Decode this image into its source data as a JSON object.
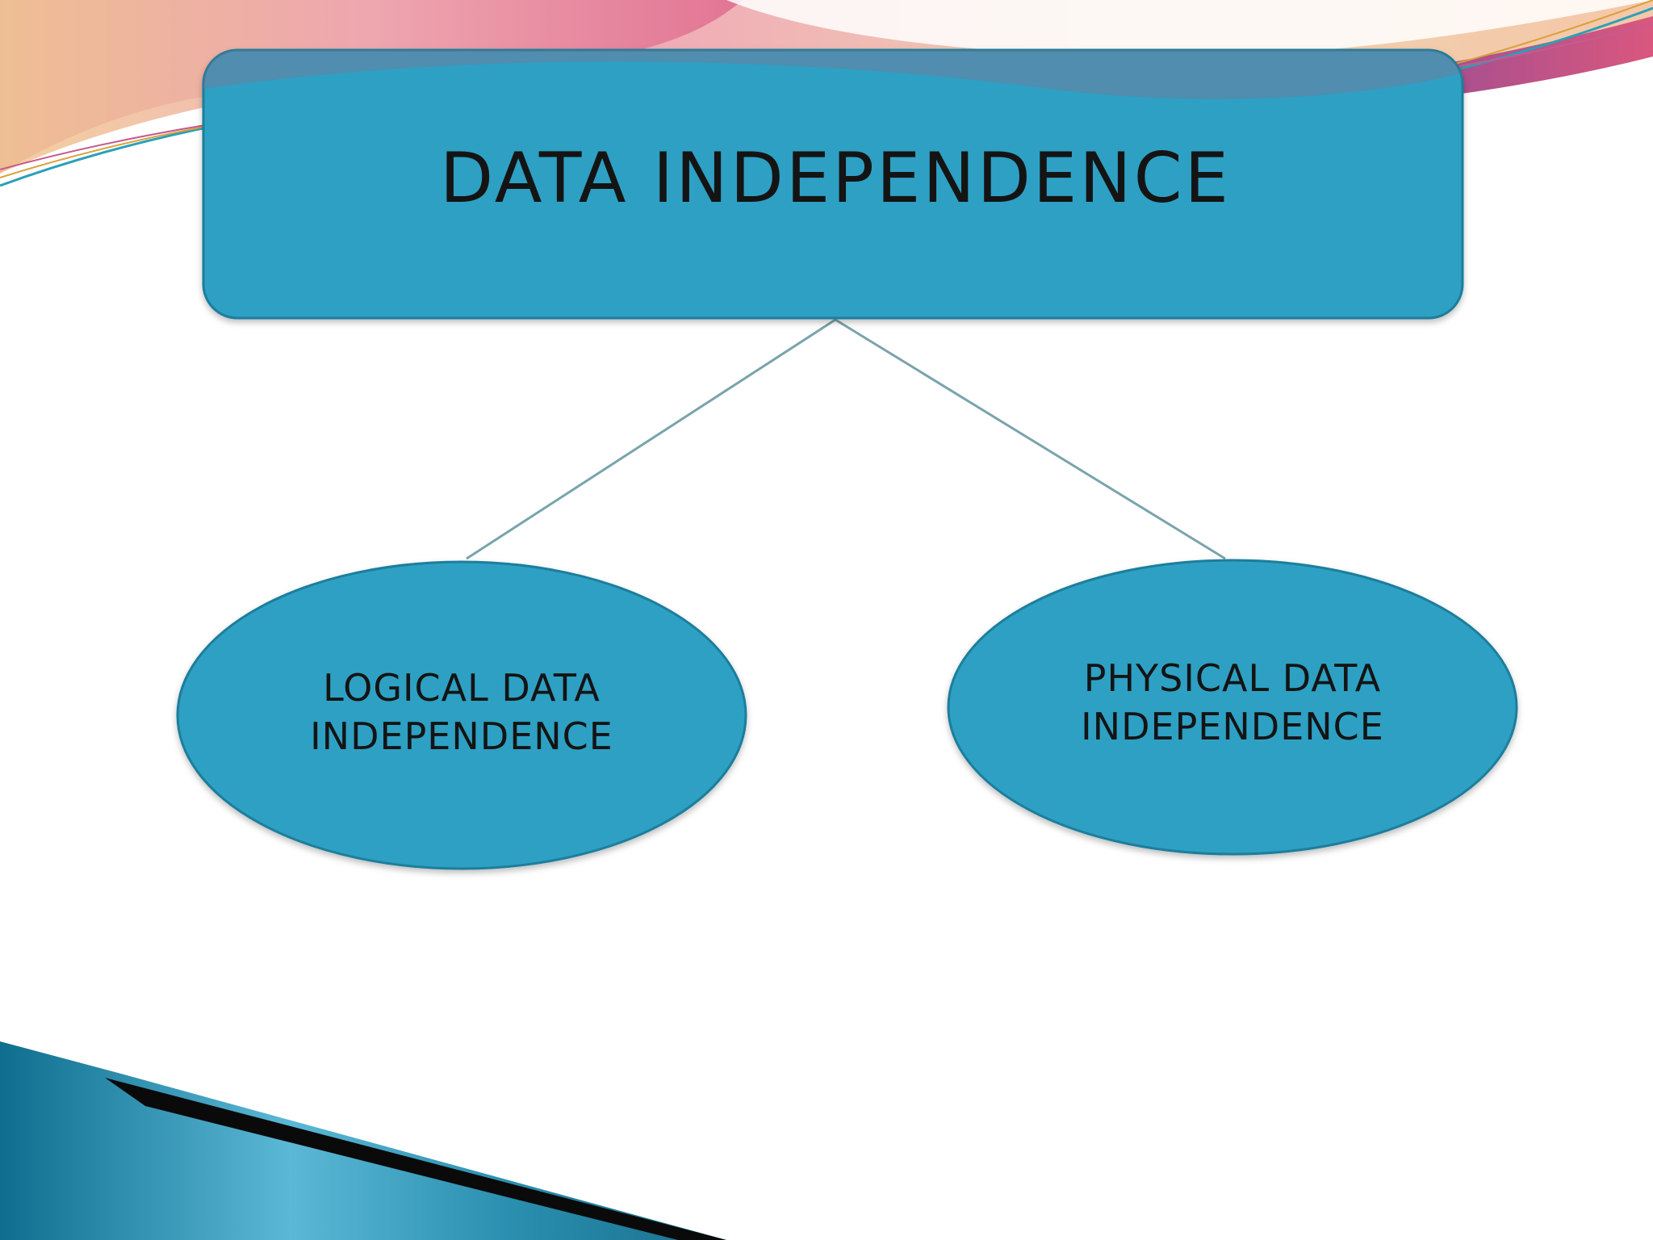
{
  "diagram": {
    "root": {
      "label": "DATA INDEPENDENCE"
    },
    "children": [
      {
        "line1": "LOGICAL DATA",
        "line2": "INDEPENDENCE"
      },
      {
        "line1": "PHYSICAL DATA",
        "line2": "INDEPENDENCE"
      }
    ]
  },
  "colors": {
    "node_fill": "#2da0c3",
    "node_stroke": "#1d7e9c",
    "connector": "#7aa3ad",
    "text": "#141414"
  }
}
